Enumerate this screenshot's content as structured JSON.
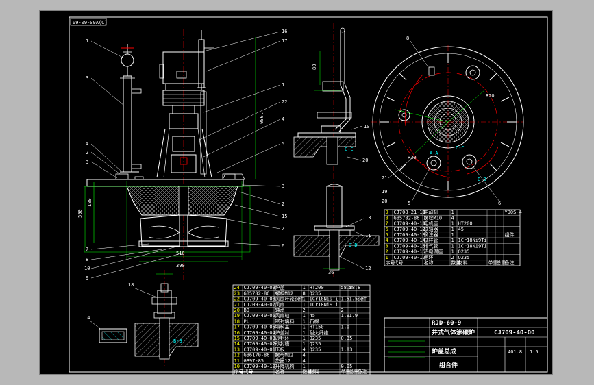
{
  "drawing": {
    "stamp": "09-09-09A(C)",
    "title_lines": [
      "RJD-60-9",
      "井式气体渗碳炉",
      "炉盖总成",
      "组合件"
    ],
    "drawing_no": "CJ709-40-00",
    "scale": "1:5",
    "weight": "401.8"
  },
  "dims": {
    "d1": "510",
    "d2": "390",
    "h1": "590",
    "h2": "1930",
    "h3": "180",
    "d_top": "80",
    "d_pipe": "36",
    "r1": "R20",
    "r2": "R30",
    "section_b": "B-B",
    "section_d": "D-D",
    "section_c": "C-C",
    "section_a": "A-A"
  },
  "balloons": [
    "1",
    "2",
    "3",
    "4",
    "5",
    "6",
    "7",
    "8",
    "9",
    "10",
    "11",
    "12",
    "13",
    "14",
    "15",
    "16",
    "17",
    "18",
    "19",
    "20",
    "21",
    "22"
  ],
  "bom_left": {
    "headers": [
      "序号",
      "代号",
      "名称",
      "数量",
      "材料",
      "单重",
      "总重",
      "备注"
    ],
    "rows": [
      [
        "24",
        "CJ709-40-09",
        "炉盖",
        "1",
        "HT200",
        "58.8",
        "58.8",
        ""
      ],
      [
        "23",
        "GB5782-86",
        "螺栓M12",
        "8",
        "Q235",
        "",
        "",
        ""
      ],
      [
        "22",
        "CJ709-40-08",
        "风扇叶轮组件",
        "1",
        "1Cr18Ni9Ti",
        "1.5",
        "1.5",
        "组件"
      ],
      [
        "21",
        "CJ709-40-07",
        "风扇",
        "1",
        "1Cr18Ni9Ti",
        "",
        "",
        ""
      ],
      [
        "20",
        "B0",
        "轴承",
        "2",
        "",
        "2",
        "",
        ""
      ],
      [
        "19",
        "CJ709-40-06",
        "风扇轴",
        "1",
        "45",
        "1.9",
        "1.9",
        ""
      ],
      [
        "18",
        "PL",
        "密封填料",
        "1",
        "石棉",
        "",
        "",
        ""
      ],
      [
        "17",
        "CJ709-40-05",
        "填料盖",
        "1",
        "HT150",
        "1.0",
        "",
        ""
      ],
      [
        "16",
        "CJ709-40-04",
        "炉盖衬",
        "1",
        "耐火纤维",
        "",
        "",
        ""
      ],
      [
        "15",
        "CJ709-40-03",
        "砂封环",
        "1",
        "Q235",
        "0.35",
        "",
        ""
      ],
      [
        "14",
        "CJ709-40-02",
        "砂封槽",
        "1",
        "Q235",
        "",
        "",
        ""
      ],
      [
        "13",
        "CJ709-40-01",
        "压板",
        "4",
        "Q235",
        "1.83",
        "",
        ""
      ],
      [
        "12",
        "GB6170-86",
        "螺母M12",
        "4",
        "",
        "",
        "",
        ""
      ],
      [
        "11",
        "GB97-85",
        "垫圈12",
        "4",
        "",
        "",
        "",
        ""
      ],
      [
        "10",
        "CJ709-40-10",
        "升降机构",
        "1",
        "",
        "0.05",
        "",
        ""
      ]
    ]
  },
  "bom_right": {
    "headers": [
      "序号",
      "代号",
      "名称",
      "数量",
      "材料",
      "单重",
      "总重",
      "备注"
    ],
    "rows": [
      [
        "9",
        "CJ708-21-11",
        "电动机",
        "1",
        "",
        "",
        "",
        "Y90S-4"
      ],
      [
        "8",
        "GB5782-86",
        "螺栓M10",
        "4",
        "",
        "",
        "",
        ""
      ],
      [
        "7",
        "CJ709-40-11",
        "电机座",
        "1",
        "HT200",
        "",
        "",
        ""
      ],
      [
        "6",
        "CJ709-40-12",
        "联轴器",
        "1",
        "45",
        "",
        "",
        ""
      ],
      [
        "5",
        "CJ709-40-13",
        "滴注器",
        "1",
        "",
        "",
        "",
        "组件"
      ],
      [
        "4",
        "CJ709-40-14",
        "试样管",
        "1",
        "1Cr18Ni9Ti",
        "",
        "",
        ""
      ],
      [
        "3",
        "CJ709-40-15",
        "排气管",
        "1",
        "1Cr18Ni9Ti",
        "",
        "",
        ""
      ],
      [
        "2",
        "CJ709-40-16",
        "热电偶座",
        "1",
        "Q235",
        "",
        "",
        ""
      ],
      [
        "1",
        "CJ709-40-17",
        "吊环",
        "2",
        "Q235",
        "",
        "",
        ""
      ]
    ]
  },
  "title_block_labels": [
    "序号",
    "代号",
    "名称",
    "数量",
    "材料",
    "单重",
    "总重",
    "备注"
  ],
  "colors": {
    "background": "#000000",
    "outline": "#ffffff",
    "centerline": "#ff0000",
    "dimension": "#00ff00",
    "hatch": "#00ffff",
    "label": "#ffff00",
    "accent": "#ff00ff"
  }
}
